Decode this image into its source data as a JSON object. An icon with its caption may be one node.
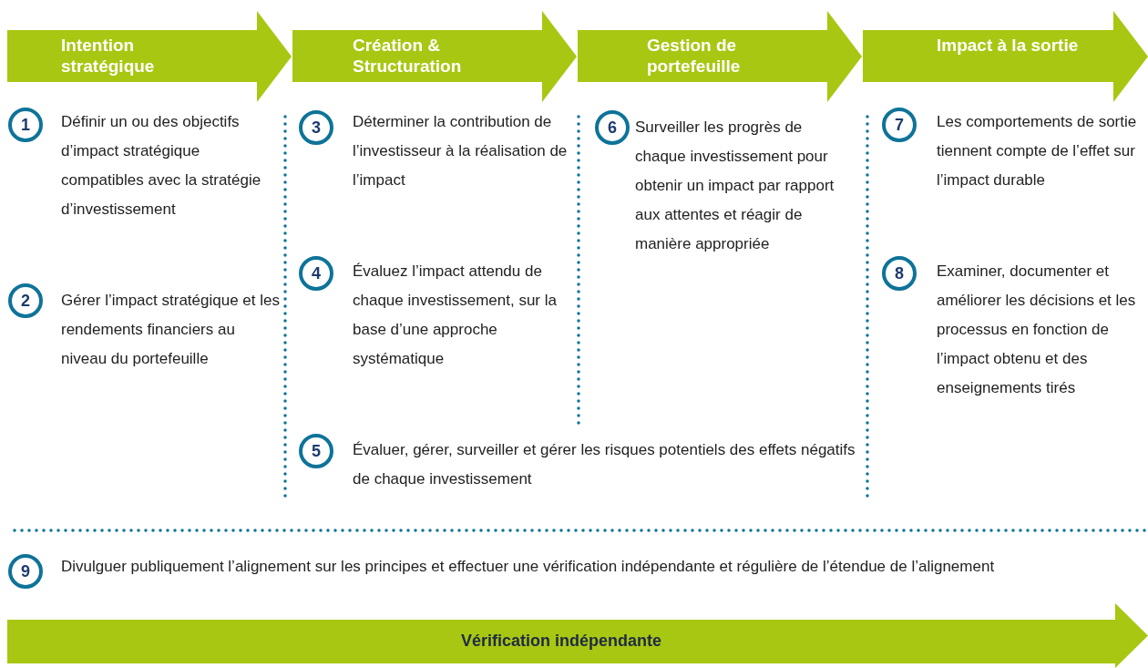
{
  "diagram": {
    "nodes": [
      {
        "text": [
          "Intention stratégique"
        ]
      },
      {
        "text": [
          "1"
        ],
        "beside": [
          "Définir un ou des objectifs d’impact stratégique compatibles avec la stratégie d’investissement"
        ]
      },
      {
        "text": [
          "2"
        ],
        "beside": [
          "Gérer l’impact stratégique et les rendements financiers au niveau du portefeuille"
        ]
      },
      {
        "text": [
          "Création & Structuration"
        ]
      },
      {
        "text": [
          "3"
        ],
        "beside": [
          "Déterminer la contribution de l’investisseur à la réalisation de l’impact"
        ]
      },
      {
        "text": [
          "4"
        ],
        "beside": [
          "Évaluez l’impact attendu de chaque investissement, sur la base d’une approche systématique"
        ]
      },
      {
        "text": [
          "5"
        ],
        "beside": [
          "Évaluer, gérer, surveiller et gérer les risques potentiels des effets négatifs de chaque investissement"
        ]
      },
      {
        "text": [
          "Gestion de portefeuille"
        ]
      },
      {
        "text": [
          "6"
        ],
        "beside": [
          "Surveiller les progrès de chaque investissement pour obtenir un impact par rapport aux attentes et réagir de manière appropriée"
        ]
      },
      {
        "text": [
          "Impact à la sortie"
        ]
      },
      {
        "text": [
          "7"
        ],
        "beside": [
          "Les comportements de sortie tiennent compte de l’effet sur l’impact durable"
        ]
      },
      {
        "text": [
          "8"
        ],
        "beside": [
          "Examiner, documenter et améliorer les décisions et les processus en fonction de l’impact obtenu et des enseignements tirés"
        ]
      },
      {
        "text": [
          "9"
        ],
        "beside": [
          "Divulguer publiquement l’alignement sur les principes et effectuer une vérification indépendante et régulière de l’étendue de l’alignement"
        ]
      },
      {
        "text": [
          "Vérification indépendante"
        ]
      }
    ]
  }
}
